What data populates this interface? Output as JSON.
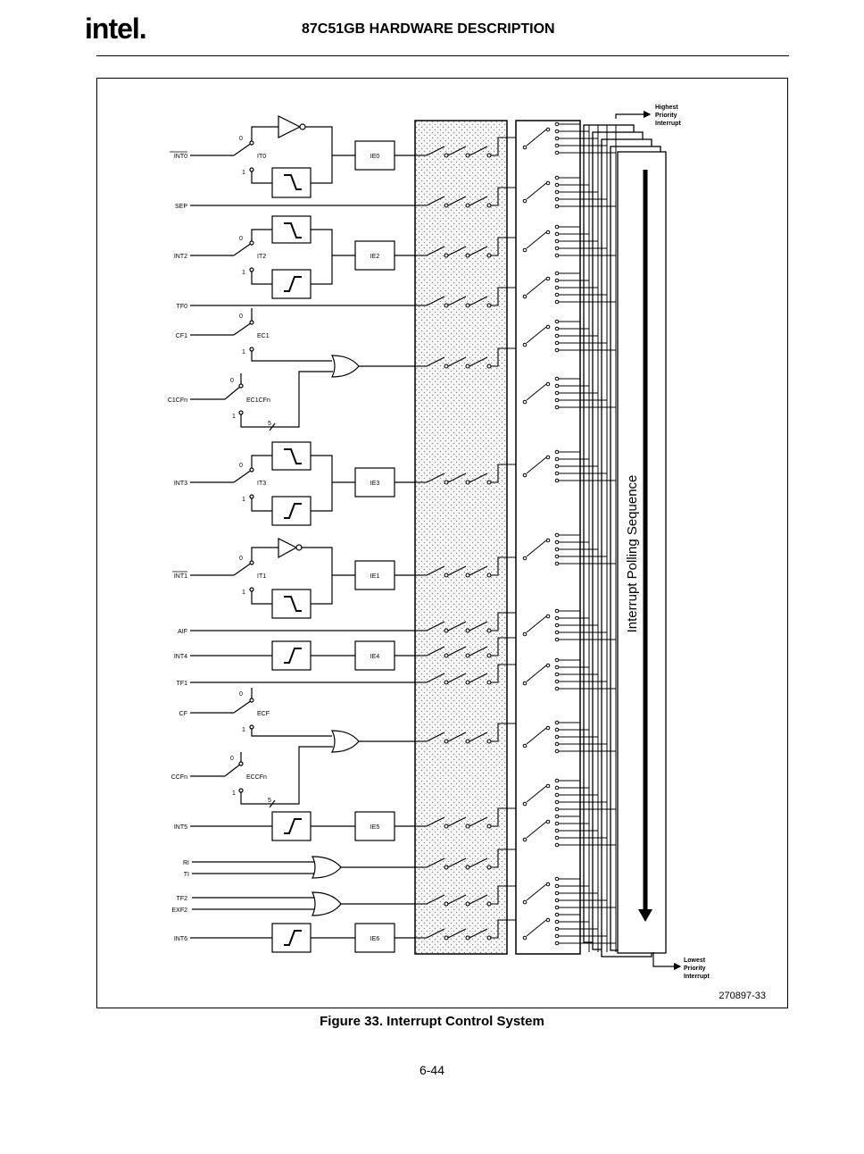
{
  "header": {
    "logo": "intel.",
    "title": "87C51GB HARDWARE DESCRIPTION"
  },
  "figure": {
    "caption": "Figure 33. Interrupt Control System",
    "code": "270897-33",
    "polling_label": "Interrupt Polling Sequence",
    "highest": [
      "Highest",
      "Priority",
      "Interrupt"
    ],
    "lowest": [
      "Lowest",
      "Priority",
      "Interrupt"
    ],
    "signals": {
      "int0": "INT0",
      "sep": "SEP",
      "int2": "INT2",
      "tf0": "TF0",
      "cf1": "CF1",
      "c1cfn": "C1CFn",
      "int3": "INT3",
      "int1": "INT1",
      "aif": "AIF",
      "int4": "INT4",
      "tf1": "TF1",
      "cf": "CF",
      "ccfn": "CCFn",
      "int5": "INT5",
      "ri": "RI",
      "ti": "TI",
      "tf2": "TF2",
      "exf2": "EXF2",
      "int6": "INT6"
    },
    "controls": {
      "it0": "IT0",
      "it2": "IT2",
      "ec1": "EC1",
      "ec1cfn": "EC1CFn",
      "it3": "IT3",
      "it1": "IT1",
      "ecf": "ECF",
      "eccfn": "ECCFn"
    },
    "enables": {
      "ie0": "IE0",
      "ie2": "IE2",
      "ie3": "IE3",
      "ie1": "IE1",
      "ie4": "IE4",
      "ie5": "IE5",
      "ie6": "IE6"
    },
    "bit_zero": "0",
    "bit_one": "1",
    "bus_width": "5"
  },
  "page_number": "6-44"
}
